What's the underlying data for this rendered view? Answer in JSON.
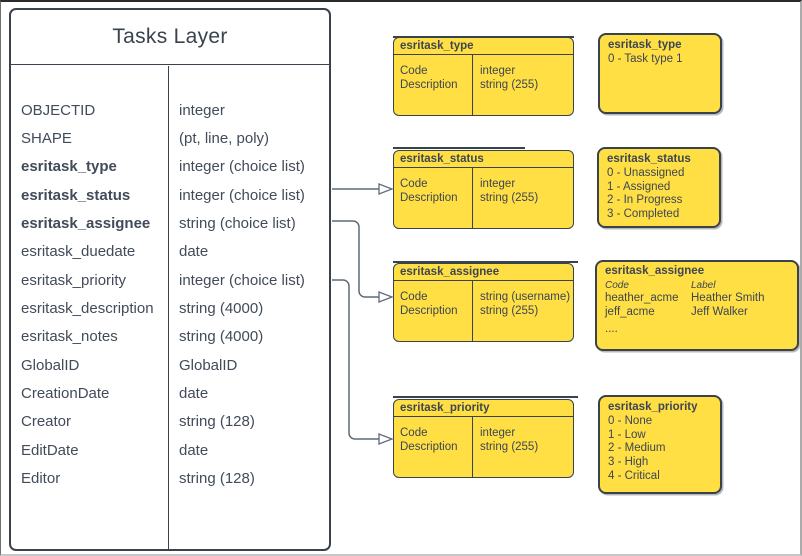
{
  "tasks_layer": {
    "title": "Tasks Layer",
    "rows": [
      {
        "field": "OBJECTID",
        "type": "integer"
      },
      {
        "field": "SHAPE",
        "type": "(pt, line, poly)"
      },
      {
        "field": "esritask_type",
        "type": "integer (choice list)"
      },
      {
        "field": "esritask_status",
        "type": "integer (choice list)"
      },
      {
        "field": "esritask_assignee",
        "type": "string (choice list)"
      },
      {
        "field": "esritask_duedate",
        "type": "date"
      },
      {
        "field": "esritask_priority",
        "type": "integer (choice list)"
      },
      {
        "field": "esritask_description",
        "type": "string (4000)"
      },
      {
        "field": "esritask_notes",
        "type": "string (4000)"
      },
      {
        "field": "GlobalID",
        "type": "GlobalID"
      },
      {
        "field": "CreationDate",
        "type": "date"
      },
      {
        "field": "Creator",
        "type": "string (128)"
      },
      {
        "field": "EditDate",
        "type": "date"
      },
      {
        "field": "Editor",
        "type": "string (128)"
      }
    ]
  },
  "domain_tables": [
    {
      "title": "esritask_type",
      "fields": [
        "Code",
        "Description"
      ],
      "types": [
        "integer",
        "string (255)"
      ]
    },
    {
      "title": "esritask_status",
      "fields": [
        "Code",
        "Description"
      ],
      "types": [
        "integer",
        "string (255)"
      ]
    },
    {
      "title": "esritask_assignee",
      "fields": [
        "Code",
        "Description"
      ],
      "types": [
        "string (username)",
        "string (255)"
      ]
    },
    {
      "title": "esritask_priority",
      "fields": [
        "Code",
        "Description"
      ],
      "types": [
        "integer",
        "string (255)"
      ]
    }
  ],
  "value_lists": {
    "type": {
      "title": "esritask_type",
      "items": [
        "0 - Task type 1"
      ]
    },
    "status": {
      "title": "esritask_status",
      "items": [
        "0 - Unassigned",
        "1 - Assigned",
        "2 - In Progress",
        "3 - Completed"
      ]
    },
    "assignee": {
      "title": "esritask_assignee",
      "code_header": "Code",
      "label_header": "Label",
      "rows": [
        {
          "code": "heather_acme",
          "label": "Heather Smith"
        },
        {
          "code": "jeff_acme",
          "label": "Jeff Walker"
        }
      ],
      "more": "...."
    },
    "priority": {
      "title": "esritask_priority",
      "items": [
        "0 - None",
        "1 - Low",
        "2 - Medium",
        "3 - High",
        "4 - Critical"
      ]
    }
  },
  "colors": {
    "box_fill": "#ffdf43",
    "box_border": "#39434e",
    "text": "#3d4653",
    "connector": "#5f6b79"
  }
}
